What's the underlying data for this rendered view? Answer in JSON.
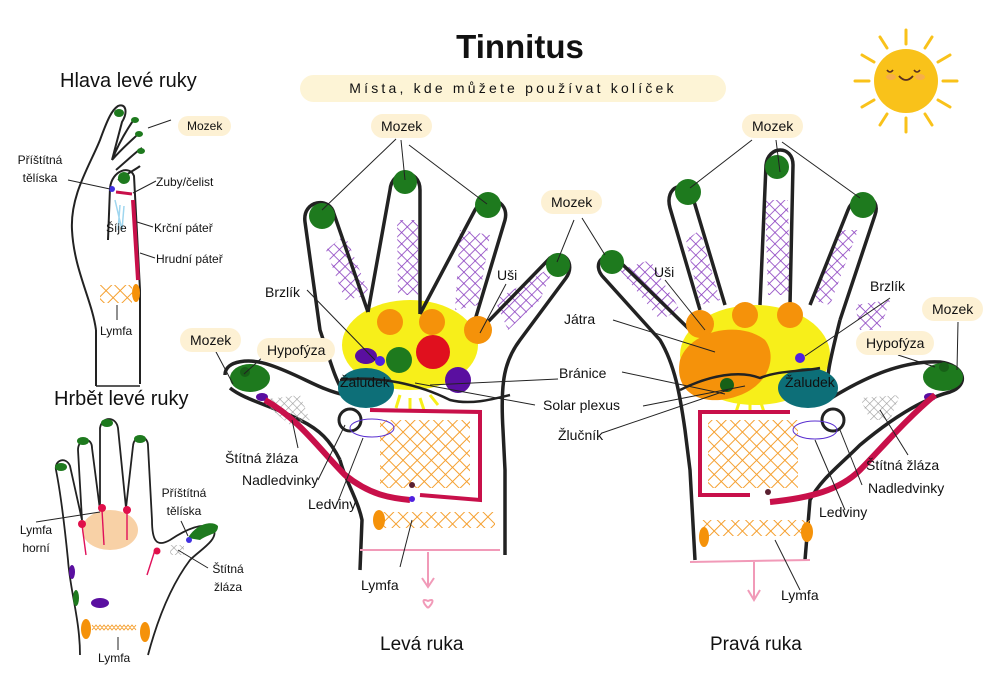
{
  "header": {
    "title": "Tinnitus",
    "subtitle": "Místa, kde můžete používat kolíček"
  },
  "sun": {
    "icon": "smiling-sun-icon",
    "color": "#f9c21a"
  },
  "side_diagrams": {
    "head_of_left_hand": {
      "title": "Hlava levé ruky",
      "labels": {
        "brain": "Mozek",
        "parathyroid": "Příštítná tělíska",
        "parathyroid_line1": "Příštítná",
        "parathyroid_line2": "tělíska",
        "teeth": "Zuby/čelist",
        "neck": "Šíje",
        "cervical_spine": "Krční páteř",
        "thoracic_spine": "Hrudní páteř",
        "lymph": "Lymfa"
      }
    },
    "back_of_left_hand": {
      "title": "Hrbět levé ruky",
      "labels": {
        "upper_lymph_line1": "Lymfa",
        "upper_lymph_line2": "horní",
        "parathyroid_line1": "Příštítná",
        "parathyroid_line2": "tělíska",
        "thyroid_line1": "Štítná",
        "thyroid_line2": "žláza",
        "lymph": "Lymfa"
      }
    }
  },
  "left_hand": {
    "caption": "Levá ruka",
    "labels": {
      "brain_top": "Mozek",
      "brain_index": "Mozek",
      "brain_thumb": "Mozek",
      "ears": "Uši",
      "thymus": "Brzlík",
      "pituitary": "Hypofýza",
      "stomach": "Žaludek",
      "thyroid": "Štítná žláza",
      "adrenals": "Nadledvinky",
      "kidneys": "Ledviny",
      "lymph": "Lymfa"
    }
  },
  "center_labels": {
    "liver": "Játra",
    "diaphragm": "Bránice",
    "solar_plexus": "Solar plexus",
    "gallbladder": "Žlučník"
  },
  "right_hand": {
    "caption": "Pravá ruka",
    "labels": {
      "brain_top": "Mozek",
      "brain_thumb": "Mozek",
      "ears": "Uši",
      "thymus": "Brzlík",
      "pituitary": "Hypofýza",
      "stomach": "Žaludek",
      "thyroid": "Štítná žláza",
      "adrenals": "Nadledvinky",
      "kidneys": "Ledviny",
      "lymph": "Lymfa"
    }
  },
  "colors": {
    "brain": "#1e7a1e",
    "zone_yellow": "#f7ef1a",
    "orange": "#f5920a",
    "red": "#e0101e",
    "purple": "#5a0fa0",
    "teal": "#0d6f78",
    "spine_red": "#c8104a",
    "hatch_purple": "#8a3fc0",
    "pill_bg": "#fdf1d4",
    "lymph_pink": "#f19ab8"
  }
}
